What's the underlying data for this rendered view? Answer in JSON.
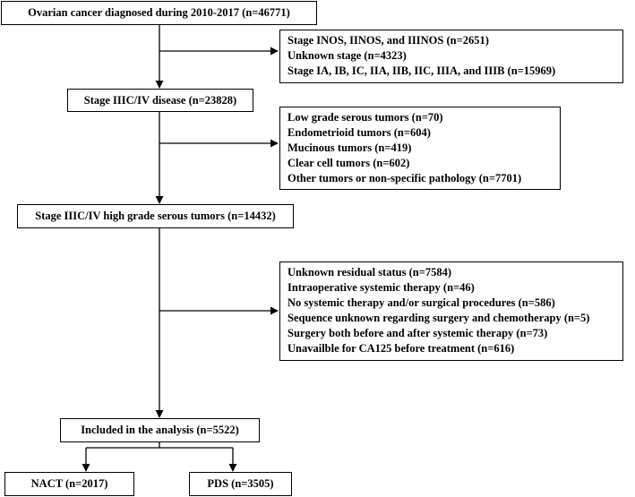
{
  "flowchart": {
    "diagnosed": "Ovarian cancer diagnosed during 2010-2017 (n=46771)",
    "exclusion1": [
      "Stage INOS, IINOS, and IIINOS (n=2651)",
      "Unknown stage (n=4323)",
      "Stage IA, IB, IC, IIA, IIB, IIC, IIIA, and IIIB (n=15969)"
    ],
    "stage_disease": "Stage IIIC/IV disease (n=23828)",
    "exclusion2": [
      "Low grade serous tumors (n=70)",
      "Endometrioid tumors (n=604)",
      "Mucinous tumors (n=419)",
      "Clear cell tumors (n=602)",
      "Other tumors or non-specific pathology (n=7701)"
    ],
    "high_grade": "Stage IIIC/IV high grade serous tumors (n=14432)",
    "exclusion3": [
      "Unknown residual status (n=7584)",
      "Intraoperative systemic therapy (n=46)",
      "No systemic therapy and/or surgical procedures (n=586)",
      "Sequence unknown regarding surgery and chemotherapy (n=5)",
      "Surgery both before and after systemic therapy (n=73)",
      "Unavailble for CA125 before treatment (n=616)"
    ],
    "included": "Included in the analysis (n=5522)",
    "nact": "NACT (n=2017)",
    "pds": "PDS (n=3505)"
  }
}
